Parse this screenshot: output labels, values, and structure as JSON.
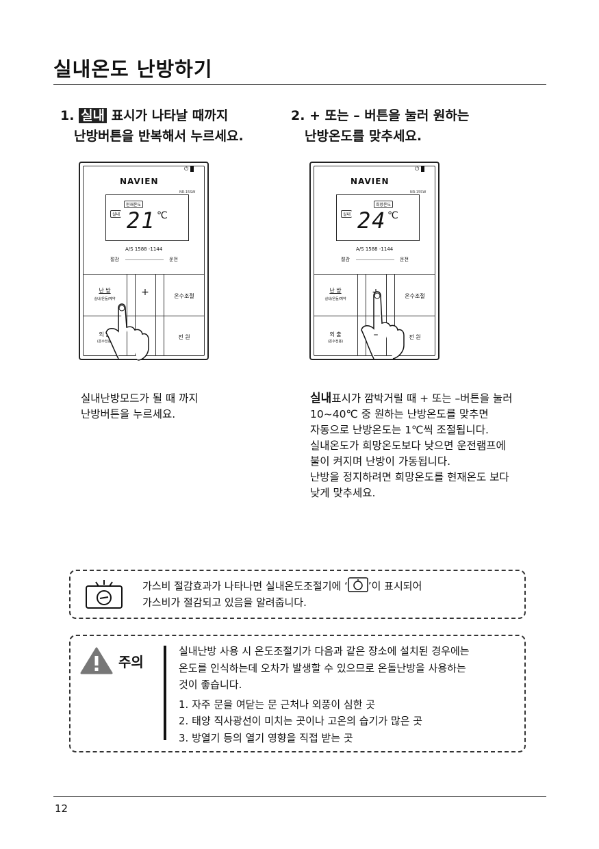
{
  "page": {
    "title": "실내온도 난방하기",
    "page_number": "12"
  },
  "step1": {
    "number": "1.",
    "highlight": "실내",
    "line1_rest": " 표시가 나타날 때까지",
    "line2": "난방버튼을 반복해서 누르세요.",
    "description_lines": [
      "실내난방모드가 될 때 까지",
      "난방버튼을 누르세요."
    ]
  },
  "step2": {
    "number": "2.",
    "line1": "+ 또는 – 버튼을 눌러 원하는",
    "line2": "난방온도를 맞추세요.",
    "description_bold": "실내",
    "description_first_rest": "표시가 깜박거릴 때 + 또는 –버튼을 눌러",
    "description_lines": [
      "10~40℃ 중 원하는 난방온도를 맞추면",
      "자동으로 난방온도는 1℃씩 조절됩니다.",
      "실내온도가 희망온도보다 낮으면 운전램프에",
      "불이 켜지며 난방이 가동됩니다.",
      "난방을 정지하려면 희망온도를 현재온도 보다",
      "낮게 맞추세요."
    ]
  },
  "device1": {
    "brand": "NAVIEN",
    "model": "NR-15SW",
    "power_symbol": "⏻",
    "lcd_tag": "현재온도",
    "lcd_mode": "실내",
    "temperature": "21",
    "unit": "℃",
    "as_number": "A/S 1588 -1144",
    "save_label": "절감",
    "run_label": "운전",
    "heat_button": "난 방",
    "heat_sub": "실내/온돌/예약",
    "plus_button": "+",
    "minus_button": "–",
    "water_temp_button": "온수조절",
    "out_button": "외 출",
    "out_sub": "(온수전용)",
    "power_button": "전 원"
  },
  "device2": {
    "brand": "NAVIEN",
    "model": "NR-15SW",
    "power_symbol": "⏻",
    "lcd_tag": "희망온도",
    "lcd_mode": "실내",
    "temperature": "24",
    "unit": "℃",
    "as_number": "A/S 1588 -1144",
    "save_label": "절감",
    "run_label": "운전",
    "heat_button": "난 방",
    "heat_sub": "실내/온돌/예약",
    "plus_button": "+",
    "minus_button": "–",
    "water_temp_button": "온수조절",
    "out_button": "외 출",
    "out_sub": "(온수전용)",
    "power_button": "전 원"
  },
  "tip": {
    "line1_before": "가스비 절감효과가 나타나면 실내온도조절기에 ‘",
    "line1_after": "’이 표시되어",
    "line2": "가스비가 절감되고 있음을 알려줍니다."
  },
  "caution": {
    "label": "주의",
    "intro_lines": [
      "실내난방 사용 시 온도조절기가 다음과 같은 장소에 설치된 경우에는",
      "온도를 인식하는데 오차가 발생할 수 있으므로 온돌난방을 사용하는",
      "것이 좋습니다."
    ],
    "items": [
      "1. 자주 문을 여닫는 문 근처나 외풍이 심한 곳",
      "2. 태양 직사광선이 미치는 곳이나 고온의 습기가 많은 곳",
      "3. 방열기 등의 열기 영향을 직접 받는 곳"
    ]
  }
}
